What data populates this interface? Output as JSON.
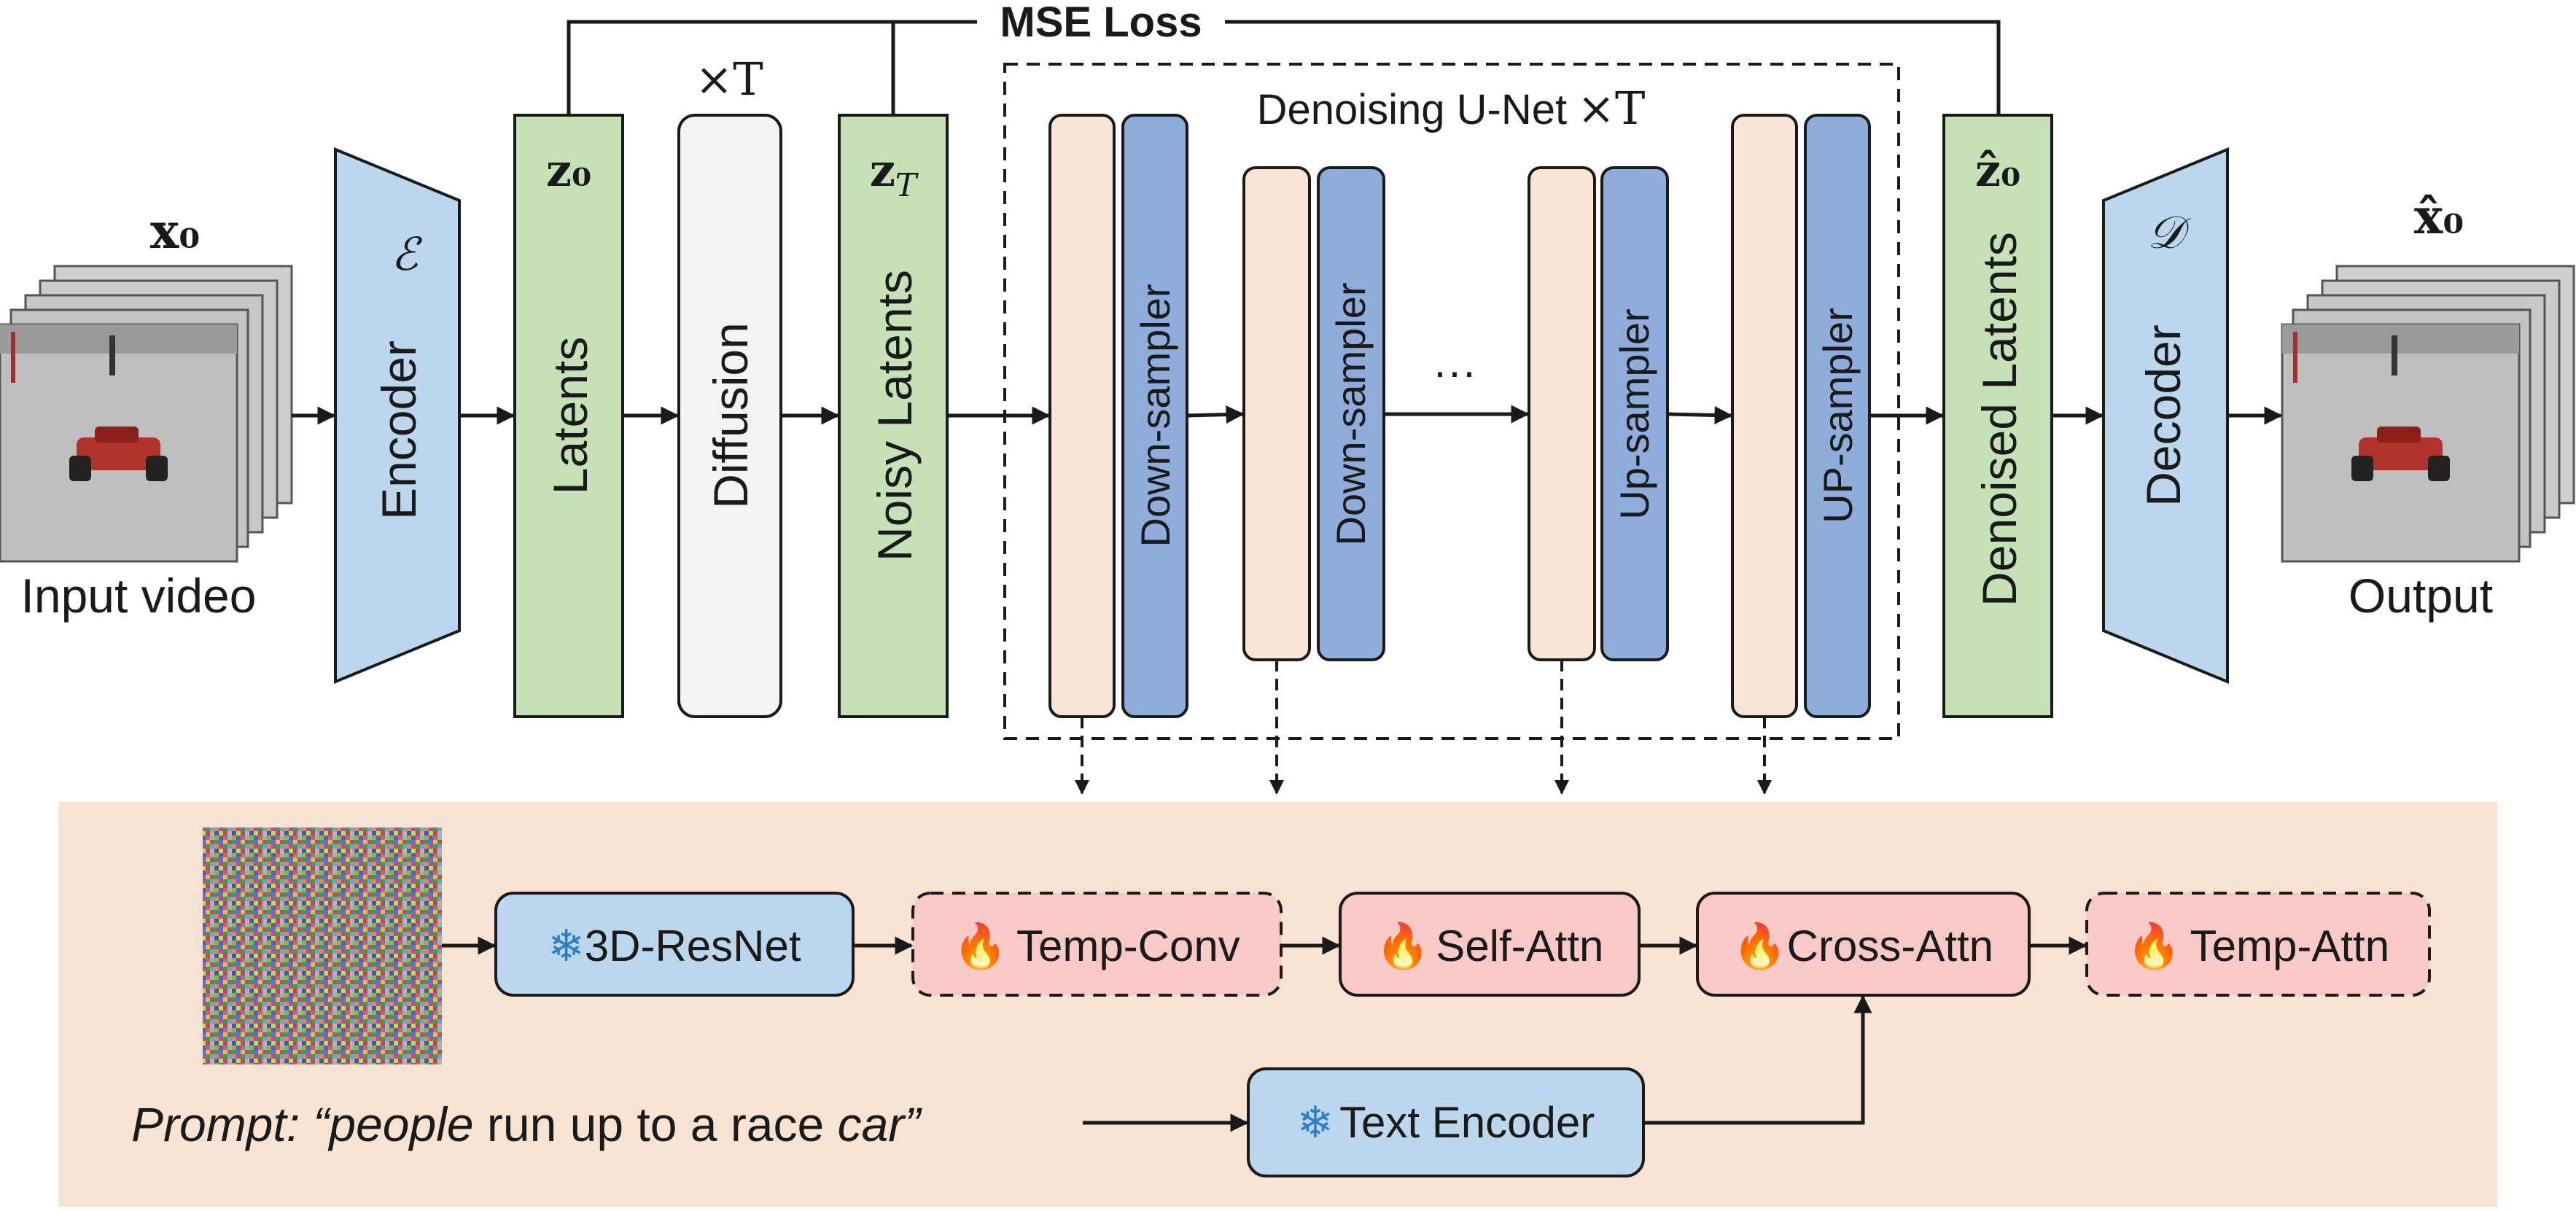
{
  "colors": {
    "encoder_fill": "#bcd6ee",
    "latent_fill": "#c6e1b8",
    "diffusion_fill": "#f3f3f3",
    "unet_peach": "#f9e4d6",
    "unet_blue": "#90acdb",
    "panel_fill": "#f8e3d3",
    "module_red": "#f8c9c7",
    "module_blue": "#bcd6ee",
    "stroke": "#1a1a1a"
  },
  "top": {
    "mse_loss": "MSE Loss",
    "times_t": "×T",
    "input_symbol": "x₀",
    "input_caption": "Input video",
    "encoder_symbol": "ℰ",
    "encoder_label": "Encoder",
    "latents_symbol": "z₀",
    "latents_label": "Latents",
    "diffusion_label": "Diffusion",
    "noisy_symbol": "z",
    "noisy_symbol_sub": "T",
    "noisy_label": "Noisy Latents",
    "unet_title": "Denoising U-Net",
    "unet_times": "×T",
    "down1_label": "Down-sampler",
    "down2_label": "Down-sampler",
    "ellipsis": "···",
    "up1_label": "Up-sampler",
    "up2_label": "UP-sampler",
    "denoised_symbol": "ẑ₀",
    "denoised_label": "Denoised Latents",
    "decoder_symbol": "𝒟",
    "decoder_label": "Decoder",
    "output_symbol": "x̂₀",
    "output_caption": "Output"
  },
  "bottom": {
    "resnet_icon": "snowflake-icon",
    "resnet_label": "3D-ResNet",
    "tempconv_icon": "flame-icon",
    "tempconv_label": "Temp-Conv",
    "selfattn_label": "Self-Attn",
    "crossattn_label": "Cross-Attn",
    "tempattn_label": "Temp-Attn",
    "textenc_label": "Text Encoder",
    "prompt_prefix": "Prompt: “",
    "prompt_word1": "people",
    "prompt_middle": " run up to a race ",
    "prompt_word2": "car",
    "prompt_suffix": "”"
  },
  "glyphs": {
    "snowflake": "❄",
    "flame": "🔥"
  }
}
